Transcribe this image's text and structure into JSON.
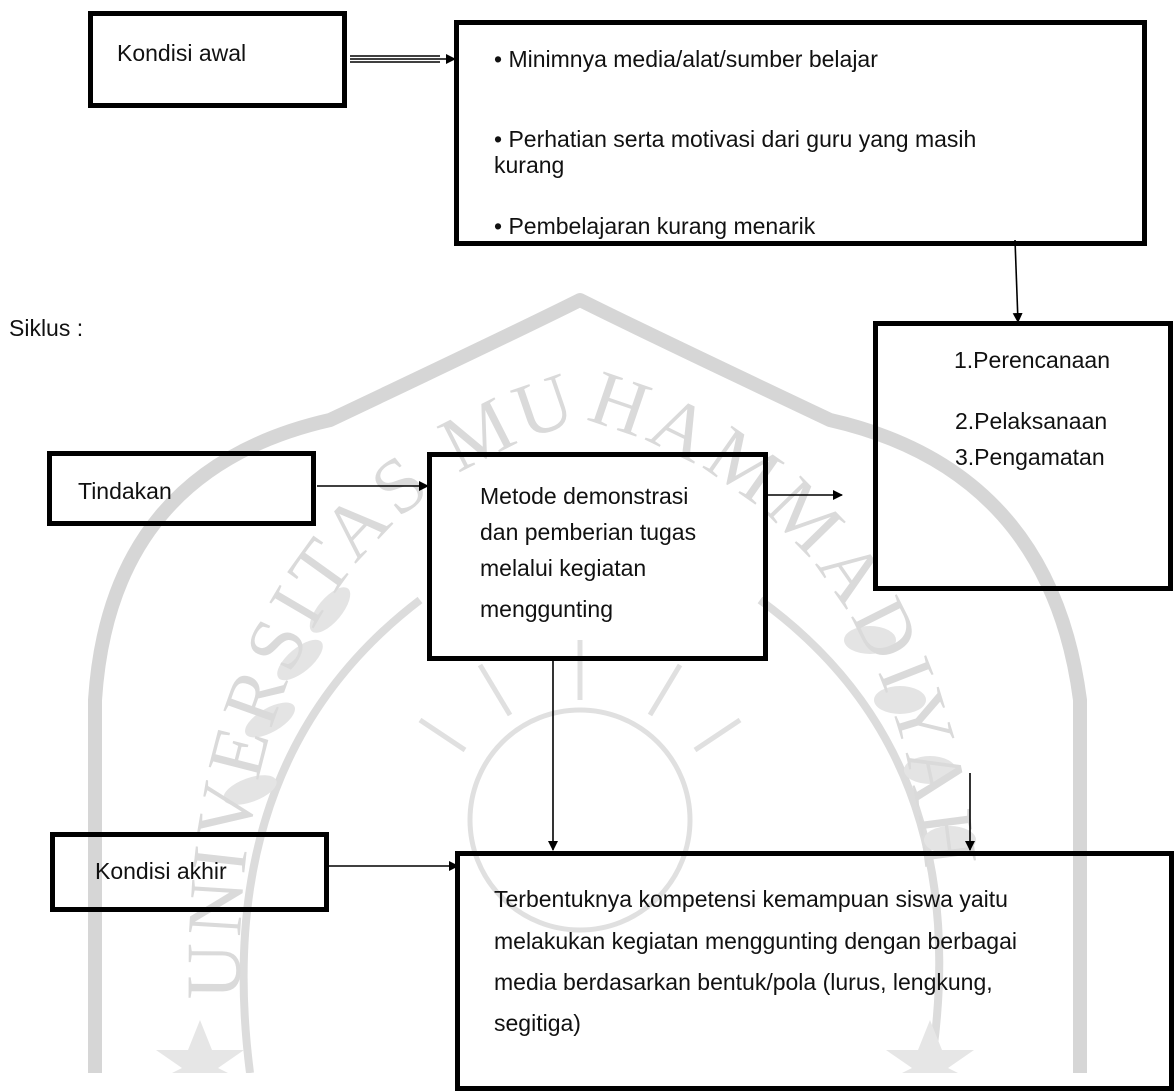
{
  "initial_condition": {
    "label": "Kondisi awal",
    "items": [
      "• Minimnya media/alat/sumber belajar",
      "• Perhatian serta motivasi dari guru yang masih",
      "kurang",
      "• Pembelajaran kurang menarik"
    ]
  },
  "cycle": {
    "label": "Siklus :",
    "steps": [
      "1.Perencanaan",
      "2.Pelaksanaan",
      "3.Pengamatan"
    ]
  },
  "action": {
    "label": "Tindakan",
    "lines": [
      "Metode demonstrasi",
      "dan pemberian tugas",
      "melalui kegiatan",
      "menggunting"
    ]
  },
  "final_condition": {
    "label": "Kondisi akhir",
    "lines": [
      "Terbentuknya kompetensi kemampuan siswa yaitu",
      "melakukan kegiatan menggunting dengan berbagai",
      "media berdasarkan bentuk/pola (lurus, lengkung,",
      "segitiga)"
    ]
  },
  "watermark": {
    "ring_text": "UNIVERSITAS MUHAMMADIYAH"
  }
}
